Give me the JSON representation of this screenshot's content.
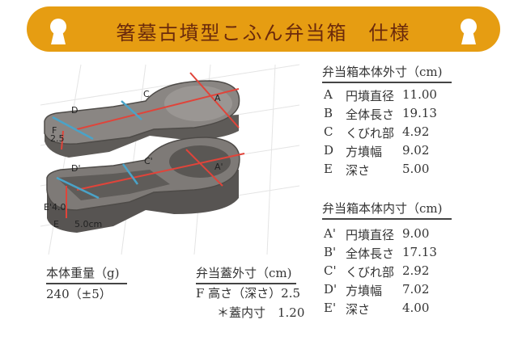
{
  "banner": {
    "title": "箸墓古墳型こふん弁当箱　仕様",
    "color": "#e69d12",
    "text_color": "#6b2a0c"
  },
  "figure": {
    "labels": {
      "A": "A",
      "C": "C",
      "D": "D",
      "F": "F",
      "F_value": "2.5",
      "A_inner": "A'",
      "C_inner": "C'",
      "D_inner": "D'",
      "E_inner": "E'4.0",
      "E": "E",
      "E_value": "5.0cm"
    }
  },
  "outer": {
    "title": "弁当箱本体外寸（cm)",
    "rows": [
      {
        "label": "A",
        "name": "円墳直径",
        "value": "11.00"
      },
      {
        "label": "B",
        "name": "全体長さ",
        "value": "19.13"
      },
      {
        "label": "C",
        "name": "くびれ部",
        "value": "4.92"
      },
      {
        "label": "D",
        "name": "方墳幅",
        "value": "9.02"
      },
      {
        "label": "E",
        "name": "深さ",
        "value": "5.00"
      }
    ]
  },
  "inner": {
    "title": "弁当箱本体内寸（cm)",
    "rows": [
      {
        "label": "A'",
        "name": "円墳直径",
        "value": "9.00"
      },
      {
        "label": "B'",
        "name": "全体長さ",
        "value": "17.13"
      },
      {
        "label": "C'",
        "name": "くびれ部",
        "value": "2.92"
      },
      {
        "label": "D'",
        "name": "方墳幅",
        "value": "7.02"
      },
      {
        "label": "E'",
        "name": "深さ",
        "value": "4.00"
      }
    ]
  },
  "weight": {
    "title": "本体重量（g)",
    "value": "240（±5）"
  },
  "lid": {
    "title": "弁当蓋外寸（cm)",
    "height_row": "F 高さ（深さ）2.5",
    "inner_row": "＊蓋内寸　1.20"
  }
}
